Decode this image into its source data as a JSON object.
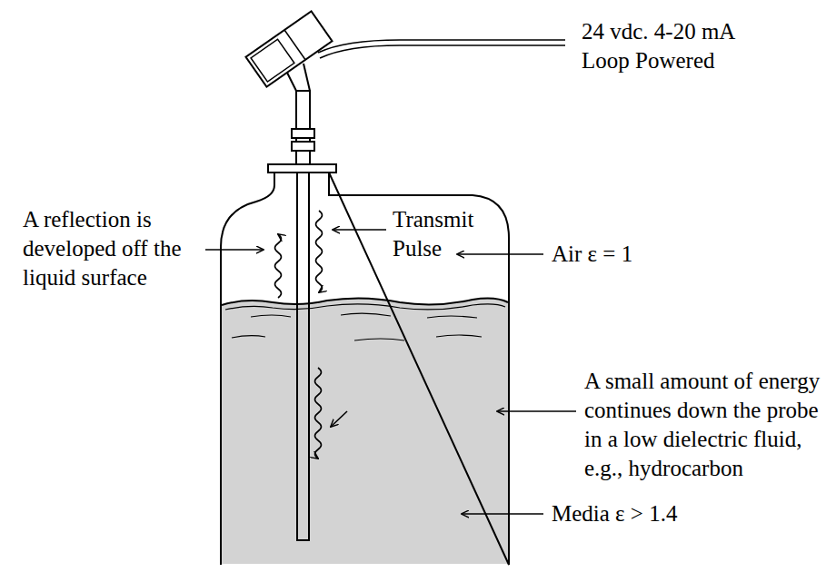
{
  "diagram": {
    "labels": [
      "24 vdc. 4-20 mA Loop Powered",
      "A reflection is developed off the liquid surface",
      "Transmit Pulse",
      "Air ε = 1",
      "A small amount of energy continues down the probe in a low dielectric fluid, e.g., hydrocarbon",
      "Media ε > 1.4"
    ]
  }
}
